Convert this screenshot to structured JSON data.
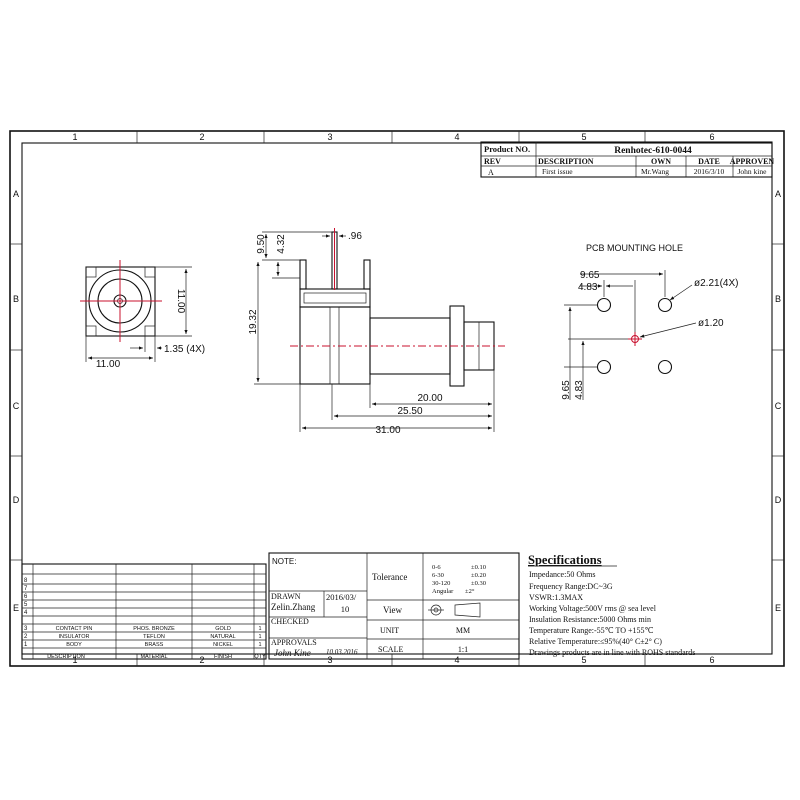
{
  "grid": {
    "cols": [
      "1",
      "2",
      "3",
      "4",
      "5",
      "6"
    ],
    "rows": [
      "A",
      "B",
      "C",
      "D",
      "E"
    ]
  },
  "title_block": {
    "product_no_label": "Product NO.",
    "product_no": "Renhotec-610-0044",
    "headers": [
      "REV",
      "DESCRIPTION",
      "OWN",
      "DATE",
      "APPROVEN"
    ],
    "row": [
      "A",
      "First issue",
      "Mr.Wang",
      "2016/3/10",
      "John kine"
    ]
  },
  "front_view": {
    "dims": {
      "height": "11.00",
      "width": "11.00",
      "pin": "1.35 (4X)"
    }
  },
  "side_view": {
    "dims": {
      "d950": "9.50",
      "d432": "4.32",
      "d096": ".96",
      "d1932": "19.32",
      "d2000": "20.00",
      "d2550": "25.50",
      "d3100": "31.00"
    }
  },
  "pcb": {
    "title": "PCB MOUNTING HOLE",
    "dims": {
      "d965_top": "9.65",
      "d483_top": "4.83",
      "hole_large": "ø2.21(4X)",
      "hole_small": "ø1.20",
      "d965_side": "9.65",
      "d483_side": "4.83"
    }
  },
  "bom": {
    "row_numbers": [
      "8",
      "7",
      "6",
      "5",
      "4",
      "3",
      "2",
      "1"
    ],
    "items": [
      {
        "no": "3",
        "part": "CONTACT PIN",
        "material": "PHOS. BRONZE",
        "finish": "GOLD",
        "qty": "1"
      },
      {
        "no": "2",
        "part": "INSULATOR",
        "material": "TEFLON",
        "finish": "NATURAL",
        "qty": "1"
      },
      {
        "no": "1",
        "part": "BODY",
        "material": "BRASS",
        "finish": "NICKEL",
        "qty": "1"
      }
    ],
    "footer": [
      "DESCRIPTION",
      "MATERIAL",
      "FINISH",
      "QTY"
    ]
  },
  "notes": {
    "note_label": "NOTE:",
    "drawn_label": "DRAWN",
    "drawn_by": "Zelin.Zhang",
    "drawn_date_a": "2016/03/",
    "drawn_date_b": "10",
    "checked_label": "CHECKED",
    "approvals_label": "APPROVALS",
    "approver_sig": "John Kine",
    "approval_date": "10.03.2016",
    "tolerance_label": "Tolerance",
    "tolerances": [
      {
        "range": "0-6",
        "value": "±0.10"
      },
      {
        "range": "6-30",
        "value": "±0.20"
      },
      {
        "range": "30-120",
        "value": "±0.30"
      },
      {
        "range": "Angular",
        "value": "±2°"
      }
    ],
    "view_label": "View",
    "unit_label": "UNIT",
    "unit_value": "MM",
    "scale_label": "SCALE",
    "scale_value": "1:1"
  },
  "specifications": {
    "title": "Specifications",
    "lines": [
      "Impedance:50 Ohms",
      "Frequency Range:DC~3G",
      "VSWR:1.3MAX",
      "Working Voltage:500V rms @ sea level",
      "Insulation Resistance:5000 Ohms min",
      "Temperature Range:-55℃ TO +155℃",
      "Relative Temperature:≤95%(40° C±2° C)",
      "Drawings products are in line with ROHS standards"
    ]
  }
}
